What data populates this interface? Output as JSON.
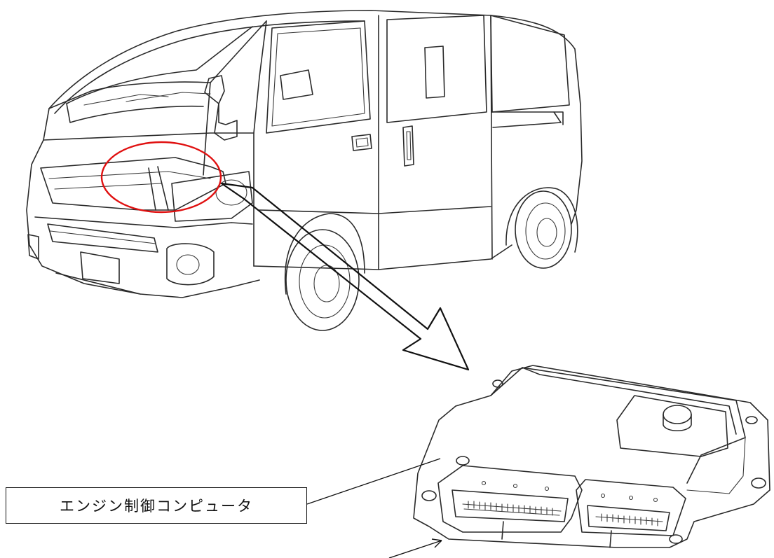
{
  "callout": {
    "label": "エンジン制御コンピュータ"
  },
  "colors": {
    "highlight_ring": "#e01010",
    "line_art": "#2a2a2a",
    "background": "#ffffff"
  },
  "icons": {
    "vehicle": "van-line-drawing",
    "component": "ecu-module-line-drawing",
    "pointer": "hollow-arrow"
  }
}
